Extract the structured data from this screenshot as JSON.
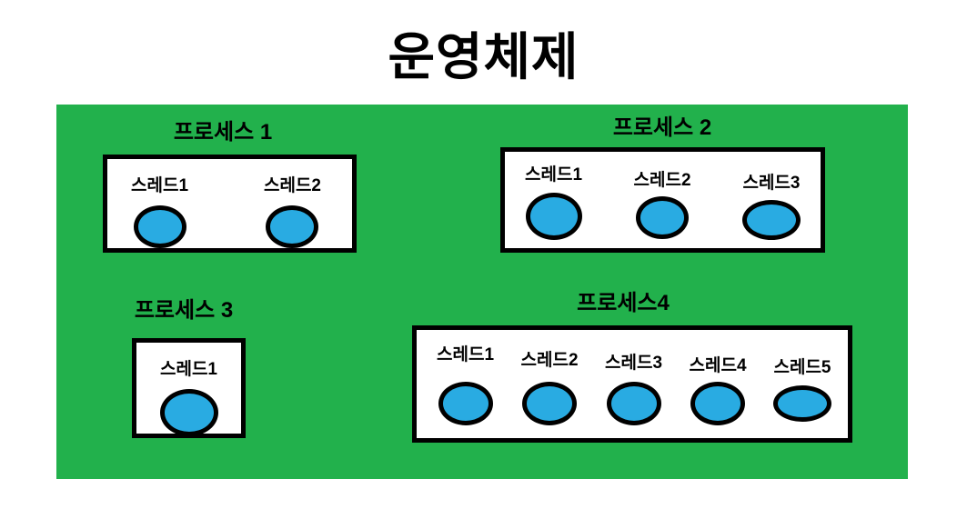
{
  "title": "운영체제",
  "colors": {
    "canvas": "#ffffff",
    "os-green": "#22b14c",
    "process-fill": "#ffffff",
    "outline": "#000000",
    "thread-blue": "#29abe2"
  },
  "processes": [
    {
      "label": "프로세스 1",
      "threads": [
        "스레드1",
        "스레드2"
      ]
    },
    {
      "label": "프로세스 2",
      "threads": [
        "스레드1",
        "스레드2",
        "스레드3"
      ]
    },
    {
      "label": "프로세스 3",
      "threads": [
        "스레드1"
      ]
    },
    {
      "label": "프로세스4",
      "threads": [
        "스레드1",
        "스레드2",
        "스레드3",
        "스레드4",
        "스레드5"
      ]
    }
  ]
}
